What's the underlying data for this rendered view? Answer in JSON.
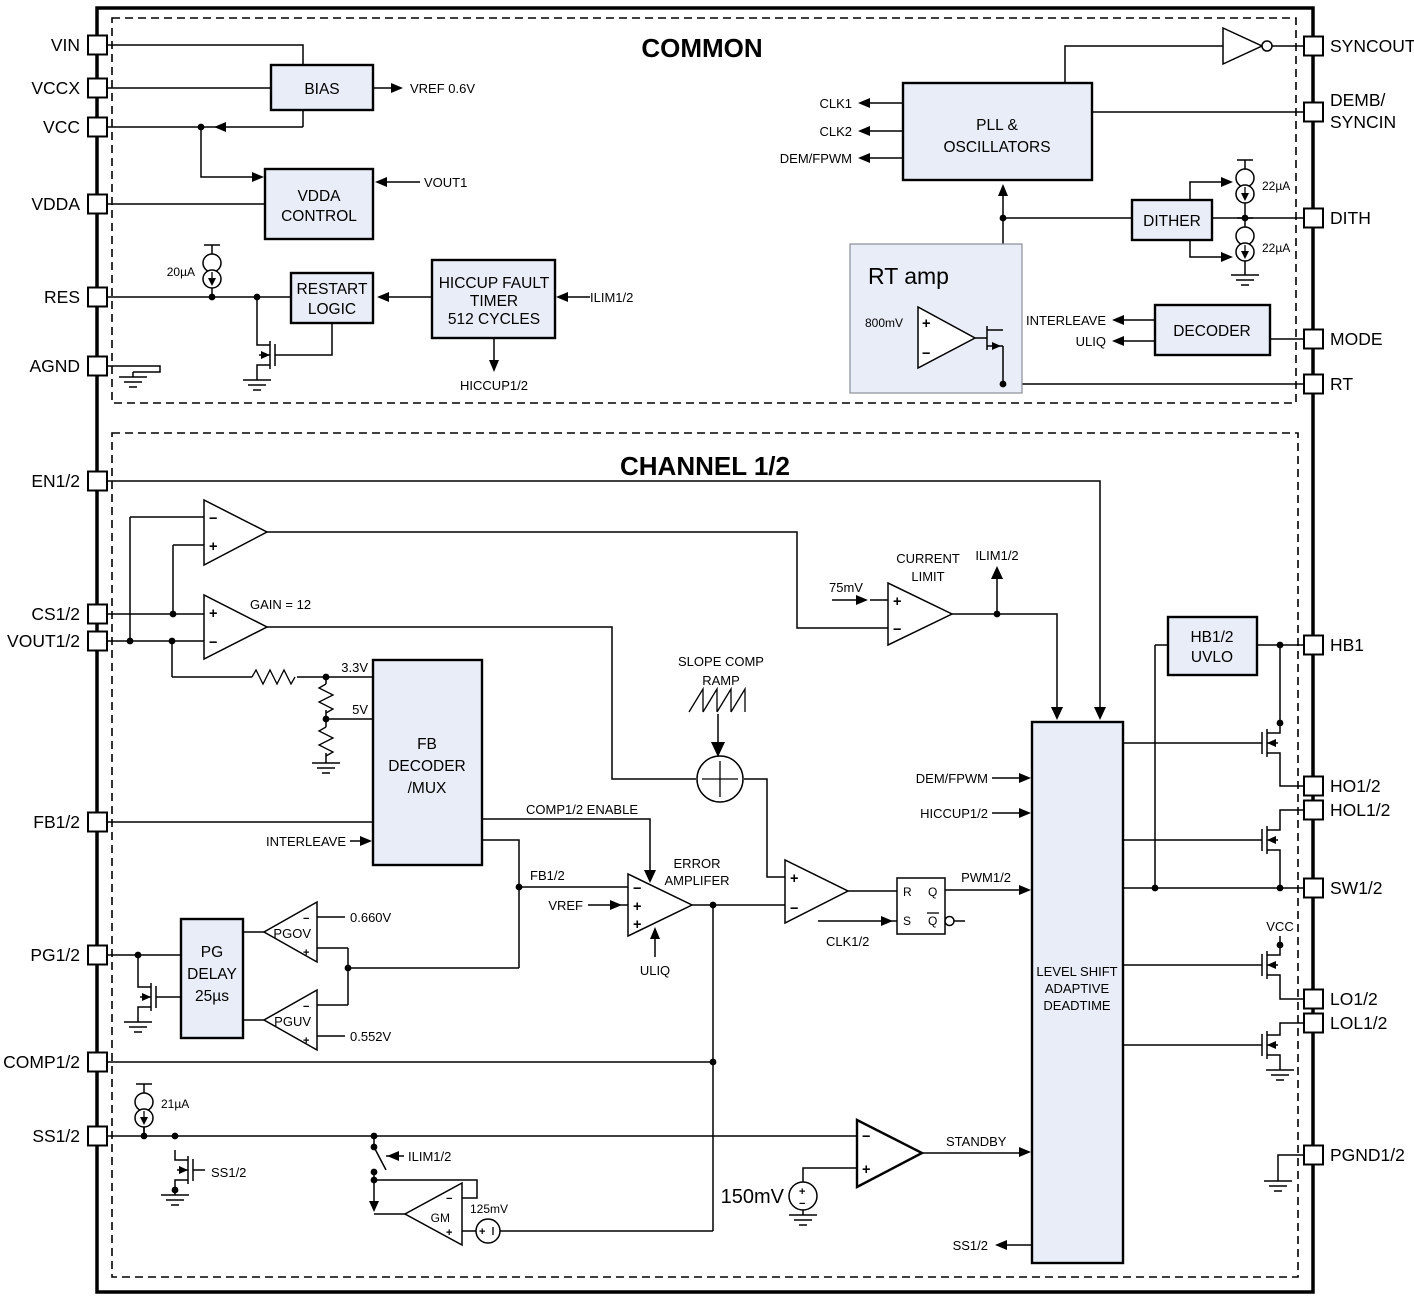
{
  "titles": {
    "common": "COMMON",
    "channel": "CHANNEL 1/2"
  },
  "pins": {
    "left": [
      "VIN",
      "VCCX",
      "VCC",
      "VDDA",
      "RES",
      "AGND",
      "EN1/2",
      "CS1/2",
      "VOUT1/2",
      "FB1/2",
      "PG1/2",
      "COMP1/2",
      "SS1/2"
    ],
    "right": [
      "SYNCOUT",
      "DEMB/",
      "SYNCIN",
      "DITH",
      "MODE",
      "RT",
      "HB1",
      "HO1/2",
      "HOL1/2",
      "SW1/2",
      "LO1/2",
      "LOL1/2",
      "PGND1/2"
    ]
  },
  "sym": {
    "plus": "+",
    "minus": "−"
  },
  "common": {
    "bias": "BIAS",
    "vref06": "VREF 0.6V",
    "vdda1": "VDDA",
    "vdda2": "CONTROL",
    "vout1": "VOUT1",
    "i20": "20µA",
    "restart1": "RESTART",
    "restart2": "LOGIC",
    "hiccup1": "HICCUP FAULT",
    "hiccup2": "TIMER",
    "hiccup3": "512 CYCLES",
    "ilim": "ILIM1/2",
    "hiccup_out": "HICCUP1/2",
    "pll1": "PLL &",
    "pll2": "OSCILLATORS",
    "clk1": "CLK1",
    "clk2": "CLK2",
    "demfpwm": "DEM/FPWM",
    "dither": "DITHER",
    "i22top": "22µA",
    "i22bot": "22µA",
    "rtamp": "RT amp",
    "mv800": "800mV",
    "decoder": "DECODER",
    "interleave": "INTERLEAVE",
    "uliq": "ULIQ"
  },
  "channel": {
    "gain": "GAIN = 12",
    "v33": "3.3V",
    "v5": "5V",
    "fbmux1": "FB",
    "fbmux2": "DECODER",
    "fbmux3": "/MUX",
    "comp_enable": "COMP1/2 ENABLE",
    "interleave": "INTERLEAVE",
    "fb12": "FB1/2",
    "vref": "VREF",
    "uliq": "ULIQ",
    "error1": "ERROR",
    "error2": "AMPLIFER",
    "slope1": "SLOPE COMP",
    "slope2": "RAMP",
    "cl1": "CURRENT",
    "cl2": "LIMIT",
    "mv75": "75mV",
    "ilim": "ILIM1/2",
    "r": "R",
    "s": "S",
    "q": "Q",
    "qb": "Q",
    "clk12": "CLK1/2",
    "pwm12": "PWM1/2",
    "demfpwm": "DEM/FPWM",
    "hiccup12": "HICCUP1/2",
    "ls1": "LEVEL SHIFT",
    "ls2": "ADAPTIVE",
    "ls3": "DEADTIME",
    "hb1": "HB1/2",
    "hb2": "UVLO",
    "vcc": "VCC",
    "pg1": "PG",
    "pg2": "DELAY",
    "pg3": "25µs",
    "pgov": "PGOV",
    "pguv": "PGUV",
    "v0660": "0.660V",
    "v0552": "0.552V",
    "i21": "21µA",
    "ssfet": "SS1/2",
    "ilimsw": "ILIM1/2",
    "gm": "GM",
    "mv125": "125mV",
    "mv150": "150mV",
    "standby": "STANDBY",
    "ssout": "SS1/2"
  },
  "colors": {
    "block_fill": "#e9edf7",
    "stroke": "#000000"
  }
}
